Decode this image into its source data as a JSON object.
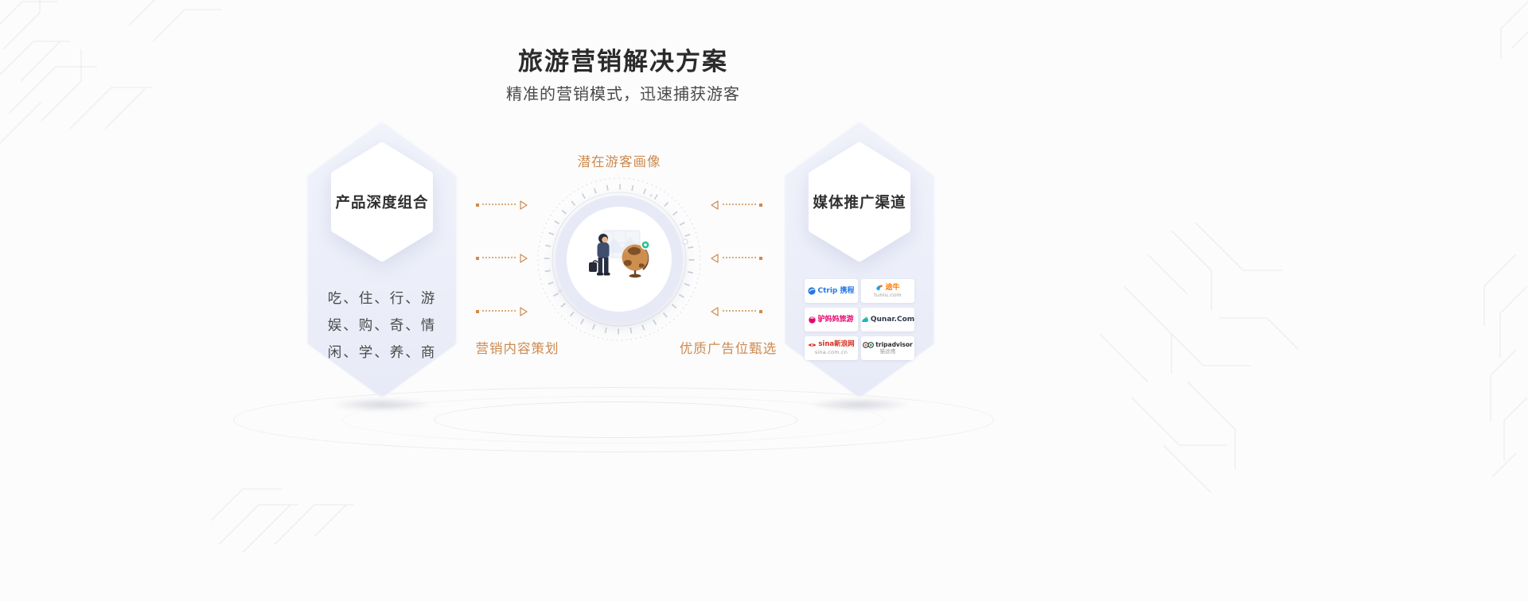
{
  "header": {
    "title": "旅游营销解决方案",
    "subtitle": "精准的营销模式，迅速捕获游客"
  },
  "left_card": {
    "title": "产品深度组合",
    "lines": [
      "吃、住、行、游",
      "娱、购、奇、情",
      "闲、学、养、商"
    ]
  },
  "center_diagram": {
    "top_label": "潜在游客画像",
    "bottom_left_label": "营销内容策划",
    "bottom_right_label": "优质广告位甄选"
  },
  "right_card": {
    "title": "媒体推广渠道",
    "logos": [
      {
        "name": "ctrip",
        "main": "Ctrip 携程",
        "sub": "",
        "color": "#2577e3"
      },
      {
        "name": "tuniu",
        "main": "途牛",
        "sub": "tuniu.com",
        "color": "#ff7a01"
      },
      {
        "name": "lvmama",
        "main": "驴妈妈旅游",
        "sub": "",
        "color": "#e5056d"
      },
      {
        "name": "qunar",
        "main": "Qunar.Com",
        "sub": "",
        "color": "#2b3a4a"
      },
      {
        "name": "sina",
        "main": "sina新浪网",
        "sub": "sina.com.cn",
        "color": "#d52b1e"
      },
      {
        "name": "tripadvisor",
        "main": "tripadvisor",
        "sub": "猫途鹰",
        "color": "#2b2b2b"
      }
    ]
  },
  "colors": {
    "accent_orange": "#cd8a50",
    "hexagon_fill": "#edeff8",
    "title_text": "#2b2b2b",
    "body_text": "#4a4a4a"
  }
}
